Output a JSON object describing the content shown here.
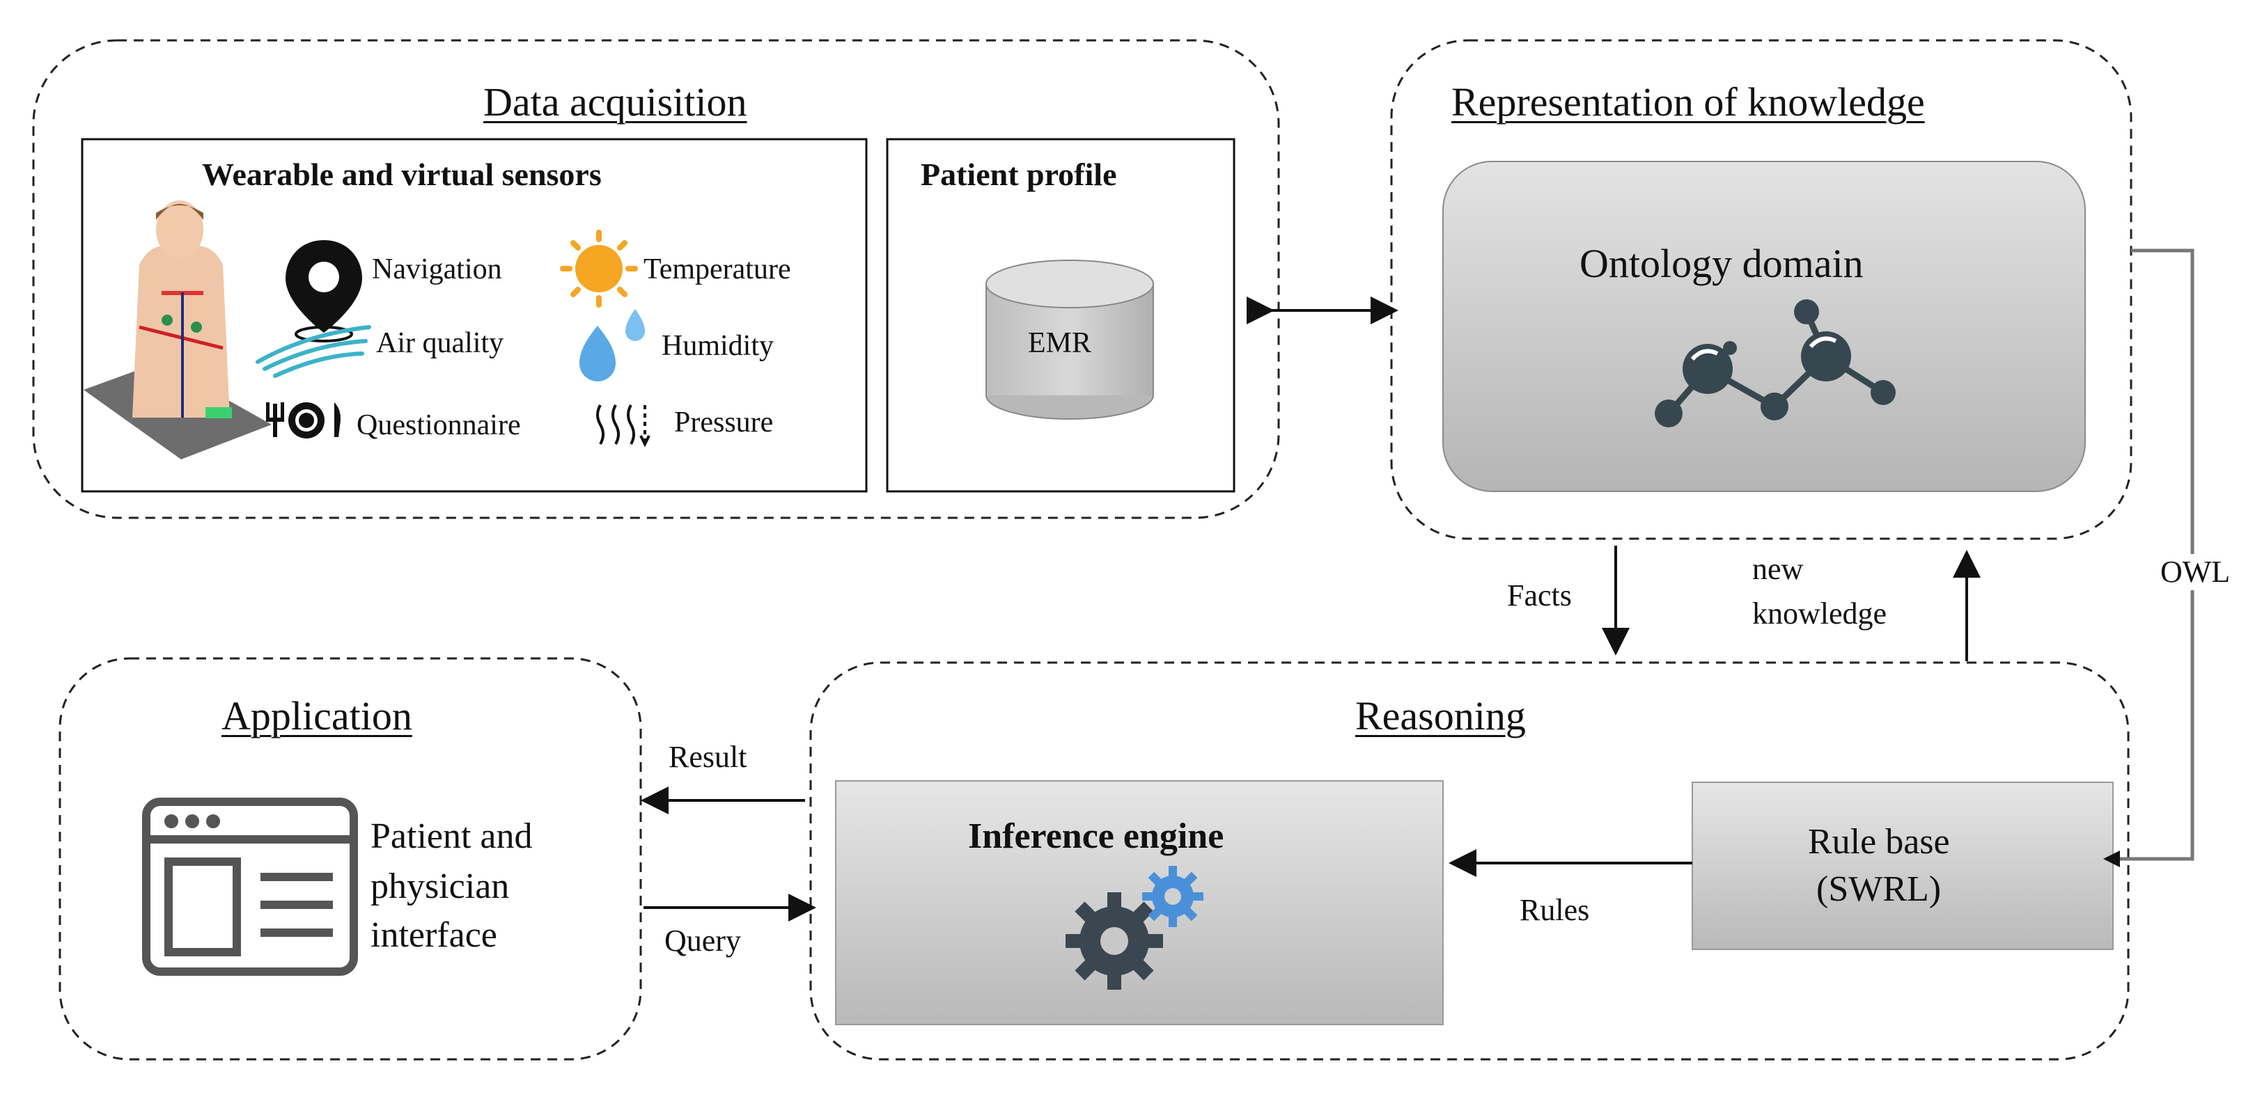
{
  "sections": {
    "data_acquisition": {
      "title": "Data acquisition",
      "sensors": {
        "heading": "Wearable and virtual sensors",
        "items": [
          {
            "label": "Navigation",
            "icon": "map-pin-icon"
          },
          {
            "label": "Temperature",
            "icon": "sun-icon"
          },
          {
            "label": "Air quality",
            "icon": "air-waves-icon"
          },
          {
            "label": "Humidity",
            "icon": "water-drops-icon"
          },
          {
            "label": "Questionnaire",
            "icon": "fork-plate-knife-icon"
          },
          {
            "label": "Pressure",
            "icon": "pressure-arrows-icon"
          }
        ]
      },
      "patient_profile": {
        "heading": "Patient profile",
        "db_label": "EMR"
      }
    },
    "knowledge": {
      "title": "Representation of knowledge",
      "ontology_label": "Ontology domain"
    },
    "application": {
      "title": "Application",
      "interface_lines": [
        "Patient and",
        "physician",
        "interface"
      ]
    },
    "reasoning": {
      "title": "Reasoning",
      "inference_label": "Inference engine",
      "rule_base_lines": [
        "Rule base",
        "(SWRL)"
      ]
    }
  },
  "arrows": {
    "facts": "Facts",
    "new_knowledge_lines": [
      "new",
      "knowledge"
    ],
    "owl": "OWL",
    "result": "Result",
    "query": "Query",
    "rules": "Rules"
  },
  "colors": {
    "box_gray": "#c8c8c8",
    "gear_dark": "#3a4650",
    "gear_blue": "#4a90d9",
    "sun_orange": "#f5a623",
    "air_teal": "#3bb3c9",
    "drop_blue": "#5aa9e6",
    "molecule": "#37474f"
  }
}
